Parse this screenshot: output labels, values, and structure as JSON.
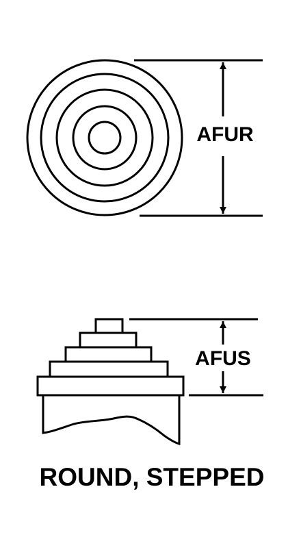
{
  "diagram": {
    "top_view": {
      "dimension_label": "AFUR"
    },
    "side_view": {
      "dimension_label": "AFUS"
    },
    "caption": "ROUND, STEPPED",
    "colors": {
      "stroke": "#000000",
      "background": "#ffffff"
    }
  }
}
